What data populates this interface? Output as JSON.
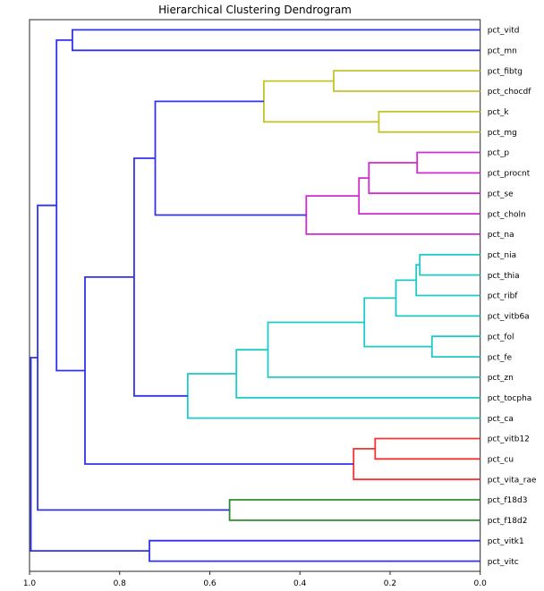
{
  "title": "Hierarchical Clustering Dendrogram",
  "chart_data": {
    "type": "dendrogram",
    "title": "Hierarchical Clustering Dendrogram",
    "orientation": "left",
    "labels_side": "right",
    "grid": false,
    "xlim": [
      1.0,
      0.0
    ],
    "x_tick_labels": [
      "1.0",
      "0.8",
      "0.6",
      "0.4",
      "0.2",
      "0.0"
    ],
    "x_tick_values": [
      1.0,
      0.8,
      0.6,
      0.4,
      0.2,
      0.0
    ],
    "leaves": [
      "pct_vitd",
      "pct_mn",
      "pct_fibtg",
      "pct_chocdf",
      "pct_k",
      "pct_mg",
      "pct_p",
      "pct_procnt",
      "pct_se",
      "pct_choln",
      "pct_na",
      "pct_nia",
      "pct_thia",
      "pct_ribf",
      "pct_vitb6a",
      "pct_fol",
      "pct_fe",
      "pct_zn",
      "pct_tocpha",
      "pct_ca",
      "pct_vitb12",
      "pct_cu",
      "pct_vita_rae",
      "pct_f18d3",
      "pct_f18d2",
      "pct_vitk1",
      "pct_vitc"
    ],
    "links": [
      {
        "children": [
          0,
          1
        ],
        "distance": 0.905,
        "color": "blue"
      },
      {
        "children": [
          2,
          3
        ],
        "distance": 0.325,
        "color": "yellow"
      },
      {
        "children": [
          4,
          5
        ],
        "distance": 0.225,
        "color": "yellow"
      },
      {
        "children": [
          28,
          29
        ],
        "distance": 0.48,
        "color": "yellow"
      },
      {
        "children": [
          6,
          7
        ],
        "distance": 0.14,
        "color": "magenta"
      },
      {
        "children": [
          31,
          8
        ],
        "distance": 0.247,
        "color": "magenta"
      },
      {
        "children": [
          32,
          9
        ],
        "distance": 0.269,
        "color": "magenta"
      },
      {
        "children": [
          33,
          10
        ],
        "distance": 0.386,
        "color": "magenta"
      },
      {
        "children": [
          11,
          12
        ],
        "distance": 0.134,
        "color": "cyan"
      },
      {
        "children": [
          35,
          13
        ],
        "distance": 0.142,
        "color": "cyan"
      },
      {
        "children": [
          36,
          14
        ],
        "distance": 0.187,
        "color": "cyan"
      },
      {
        "children": [
          15,
          16
        ],
        "distance": 0.107,
        "color": "cyan"
      },
      {
        "children": [
          37,
          38
        ],
        "distance": 0.257,
        "color": "cyan"
      },
      {
        "children": [
          39,
          17
        ],
        "distance": 0.471,
        "color": "cyan"
      },
      {
        "children": [
          40,
          18
        ],
        "distance": 0.541,
        "color": "cyan"
      },
      {
        "children": [
          41,
          19
        ],
        "distance": 0.649,
        "color": "cyan"
      },
      {
        "children": [
          20,
          21
        ],
        "distance": 0.233,
        "color": "red"
      },
      {
        "children": [
          43,
          22
        ],
        "distance": 0.281,
        "color": "red"
      },
      {
        "children": [
          23,
          24
        ],
        "distance": 0.556,
        "color": "green"
      },
      {
        "children": [
          25,
          26
        ],
        "distance": 0.734,
        "color": "blue"
      },
      {
        "children": [
          30,
          34
        ],
        "distance": 0.721,
        "color": "blue"
      },
      {
        "children": [
          47,
          42
        ],
        "distance": 0.768,
        "color": "blue"
      },
      {
        "children": [
          48,
          44
        ],
        "distance": 0.877,
        "color": "blue"
      },
      {
        "children": [
          27,
          49
        ],
        "distance": 0.94,
        "color": "blue"
      },
      {
        "children": [
          50,
          45
        ],
        "distance": 0.982,
        "color": "blue"
      },
      {
        "children": [
          51,
          46
        ],
        "distance": 0.997,
        "color": "blue"
      }
    ],
    "palette": {
      "blue": "#3232ee",
      "yellow": "#c3c32d",
      "magenta": "#cf2ccf",
      "cyan": "#20c8c8",
      "red": "#f23333",
      "green": "#2f8b2f"
    },
    "axis_color": "#262626"
  }
}
